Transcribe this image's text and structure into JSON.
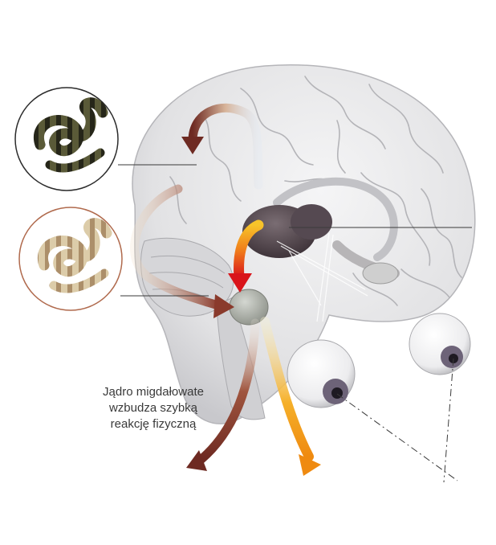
{
  "caption": {
    "line1": "Jądro migdałowate",
    "line2": "wzbudza szybką",
    "line3": "reakcję fizyczną"
  },
  "colors": {
    "brain": "#e6e6e8",
    "brain_fold": "#b9b9bd",
    "thalamus": "#4f4349",
    "amygdala": "#a9ada6",
    "snake_dark": "#3e3d2a",
    "snake_light": "#c9b48f",
    "iris": "#6d6378",
    "arrow_red": "#e2261b",
    "arrow_orange": "#f3a423",
    "arrow_dark": "#7a2e24"
  },
  "icons": {
    "snake_real": "snake-photo-icon",
    "snake_perceived": "snake-blurred-icon",
    "eye_left": "eyeball-icon",
    "eye_right": "eyeball-icon"
  }
}
